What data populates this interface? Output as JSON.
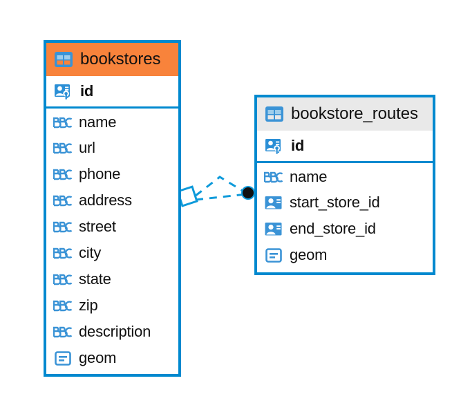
{
  "diagram": {
    "type": "entity-relationship-diagram",
    "background_color": "#ffffff",
    "accent_color": "#0089cf",
    "highlight_color": "#f8833b"
  },
  "entities": [
    {
      "name": "bookstores",
      "header_icon": "table-icon",
      "header_color": "#f8833b",
      "fields": [
        {
          "label": "id",
          "type": "primary-key",
          "icon": "primary-key-icon"
        },
        {
          "label": "name",
          "type": "text",
          "icon": "abc-icon"
        },
        {
          "label": "url",
          "type": "text",
          "icon": "abc-icon"
        },
        {
          "label": "phone",
          "type": "text",
          "icon": "abc-icon"
        },
        {
          "label": "address",
          "type": "text",
          "icon": "abc-icon"
        },
        {
          "label": "street",
          "type": "text",
          "icon": "abc-icon"
        },
        {
          "label": "city",
          "type": "text",
          "icon": "abc-icon"
        },
        {
          "label": "state",
          "type": "text",
          "icon": "abc-icon"
        },
        {
          "label": "zip",
          "type": "text",
          "icon": "abc-icon"
        },
        {
          "label": "description",
          "type": "text",
          "icon": "abc-icon"
        },
        {
          "label": "geom",
          "type": "geometry",
          "icon": "geometry-icon"
        }
      ]
    },
    {
      "name": "bookstore_routes",
      "header_icon": "table-icon",
      "header_color": "#e9e9e9",
      "fields": [
        {
          "label": "id",
          "type": "primary-key",
          "icon": "primary-key-icon"
        },
        {
          "label": "name",
          "type": "text",
          "icon": "abc-icon"
        },
        {
          "label": "start_store_id",
          "type": "foreign-key",
          "icon": "foreign-key-icon"
        },
        {
          "label": "end_store_id",
          "type": "foreign-key",
          "icon": "foreign-key-icon"
        },
        {
          "label": "geom",
          "type": "geometry",
          "icon": "geometry-icon"
        }
      ]
    }
  ],
  "relationships": [
    {
      "from_entity": "bookstores",
      "to_entity": "bookstore_routes",
      "style": "dashed",
      "color": "#0e9ada",
      "source_marker": "diamond-marker",
      "target_marker": "filled-circle-marker"
    },
    {
      "from_entity": "bookstores",
      "to_entity": "bookstore_routes",
      "style": "dashed",
      "color": "#0e9ada",
      "source_marker": "diamond-marker",
      "target_marker": "filled-circle-marker"
    }
  ]
}
